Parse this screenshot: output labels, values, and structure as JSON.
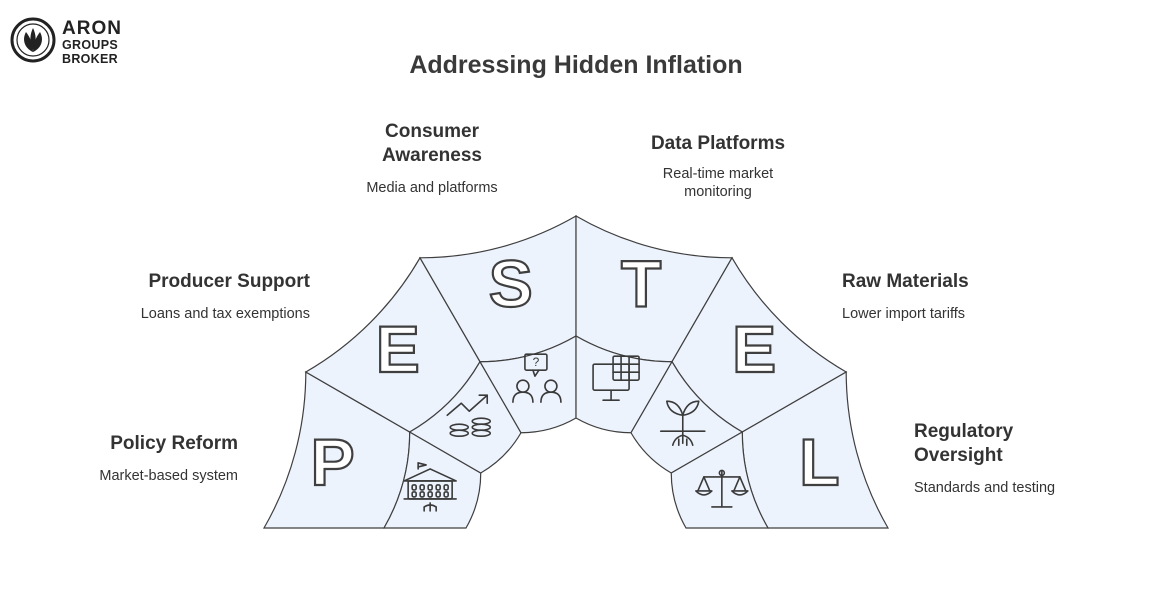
{
  "logo": {
    "line1": "ARON",
    "line2": "GROUPS",
    "line3": "BROKER"
  },
  "title": "Addressing Hidden Inflation",
  "segments": [
    {
      "letter": "P",
      "icon": "government-building-icon",
      "heading": "Policy Reform",
      "description": "Market-based system"
    },
    {
      "letter": "E",
      "icon": "growth-coins-icon",
      "heading": "Producer Support",
      "description": "Loans and tax exemptions"
    },
    {
      "letter": "S",
      "icon": "people-question-icon",
      "heading": "Consumer Awareness",
      "heading_lines": [
        "Consumer",
        "Awareness"
      ],
      "description": "Media and platforms"
    },
    {
      "letter": "T",
      "icon": "monitor-spreadsheet-icon",
      "heading": "Data Platforms",
      "description": "Real-time market monitoring",
      "description_lines": [
        "Real-time market",
        "monitoring"
      ]
    },
    {
      "letter": "E",
      "icon": "plant-roots-icon",
      "heading": "Raw Materials",
      "description": "Lower import tariffs"
    },
    {
      "letter": "L",
      "icon": "balance-scale-icon",
      "heading": "Regulatory Oversight",
      "heading_lines": [
        "Regulatory",
        "Oversight"
      ],
      "description": "Standards and testing"
    }
  ],
  "colors": {
    "segment_fill": "#edf3fd",
    "stroke": "#3f3f3f",
    "text": "#333333"
  }
}
